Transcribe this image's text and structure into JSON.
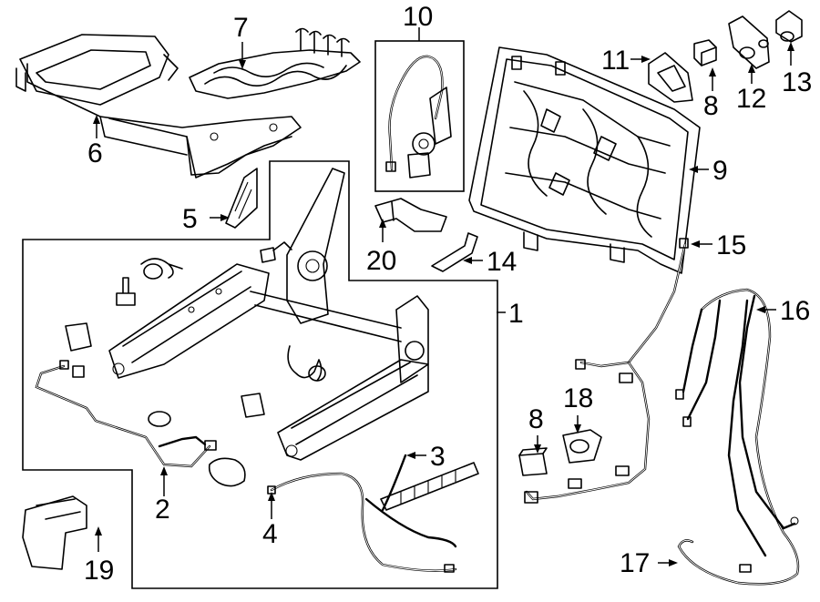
{
  "callouts": [
    {
      "id": "1",
      "text": "1"
    },
    {
      "id": "2",
      "text": "2"
    },
    {
      "id": "3",
      "text": "3"
    },
    {
      "id": "4",
      "text": "4"
    },
    {
      "id": "5",
      "text": "5"
    },
    {
      "id": "6",
      "text": "6"
    },
    {
      "id": "7",
      "text": "7"
    },
    {
      "id": "8a",
      "text": "8"
    },
    {
      "id": "8b",
      "text": "8"
    },
    {
      "id": "9",
      "text": "9"
    },
    {
      "id": "10",
      "text": "10"
    },
    {
      "id": "11",
      "text": "11"
    },
    {
      "id": "12",
      "text": "12"
    },
    {
      "id": "13",
      "text": "13"
    },
    {
      "id": "14",
      "text": "14"
    },
    {
      "id": "15",
      "text": "15"
    },
    {
      "id": "16",
      "text": "16"
    },
    {
      "id": "17",
      "text": "17"
    },
    {
      "id": "18",
      "text": "18"
    },
    {
      "id": "19",
      "text": "19"
    },
    {
      "id": "20",
      "text": "20"
    }
  ]
}
